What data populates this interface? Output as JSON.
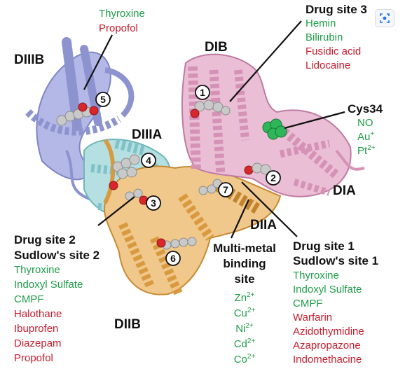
{
  "domains": {
    "diiib": "DIIIB",
    "dib": "DIB",
    "diiia": "DIIIA",
    "dia": "DIA",
    "diia": "DIIA",
    "diib": "DIIB"
  },
  "site_numbers": [
    "1",
    "2",
    "3",
    "4",
    "5",
    "6",
    "7"
  ],
  "ligands_top_left": {
    "green": [
      "Thyroxine"
    ],
    "red": [
      "Propofol"
    ]
  },
  "drug_site_3": {
    "title": "Drug site 3",
    "green": [
      "Hemin",
      "Bilirubin"
    ],
    "red": [
      "Fusidic acid",
      "Lidocaine"
    ]
  },
  "cys34": {
    "title": "Cys34",
    "ligands": [
      {
        "base": "NO",
        "sup": ""
      },
      {
        "base": "Au",
        "sup": "+"
      },
      {
        "base": "Pt",
        "sup": "2+"
      }
    ]
  },
  "drug_site_2": {
    "title_1": "Drug site 2",
    "title_2": "Sudlow's site 2",
    "green": [
      "Thyroxine",
      "Indoxyl Sulfate",
      "CMPF"
    ],
    "red": [
      "Halothane",
      "Ibuprofen",
      "Diazepam",
      "Propofol"
    ]
  },
  "drug_site_1": {
    "title_1": "Drug site 1",
    "title_2": "Sudlow's site 1",
    "green": [
      "Thyroxine",
      "Indoxyl Sulfate",
      "CMPF"
    ],
    "red": [
      "Warfarin",
      "Azidothymidine",
      "Azapropazone",
      "Indomethacine"
    ]
  },
  "multi_metal": {
    "title_1": "Multi-metal",
    "title_2": "binding",
    "title_3": "site",
    "ions": [
      {
        "base": "Zn",
        "sup": "2+"
      },
      {
        "base": "Cu",
        "sup": "2+"
      },
      {
        "base": "Ni",
        "sup": "2+"
      },
      {
        "base": "Cd",
        "sup": "2+"
      },
      {
        "base": "Co",
        "sup": "2+"
      }
    ]
  },
  "colors": {
    "domain_iii_b": "#9fa6dc",
    "domain_iii_a": "#93cfd3",
    "domain_ii": "#e5b265",
    "domain_i": "#e3a9c6",
    "ligand_grey": "#c9c9c9",
    "oxygen_red": "#d8262a",
    "cysteine_green": "#2fb65a",
    "label_green": "#1e9d48",
    "label_red": "#c81c2c"
  },
  "toolbar": {
    "lens_icon": "visual-search-icon"
  }
}
